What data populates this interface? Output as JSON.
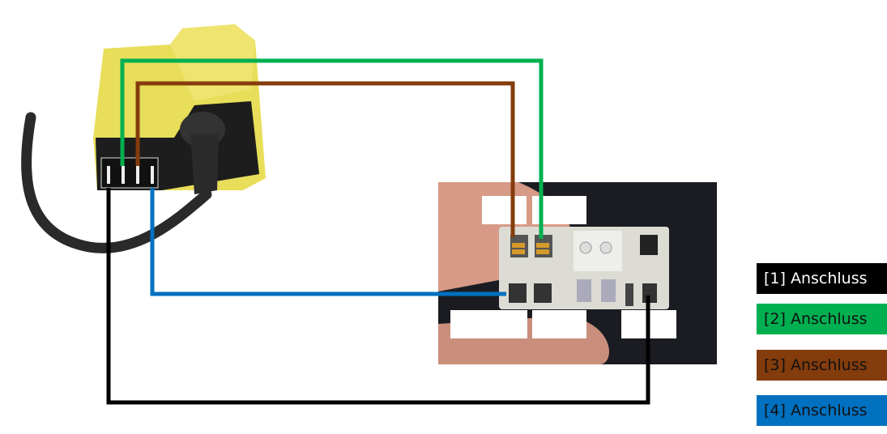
{
  "legend": [
    {
      "label": "[1] Anschluss",
      "color": "#000000",
      "text_color": "#ffffff"
    },
    {
      "label": "[2] Anschluss",
      "color": "#00b050",
      "text_color": "#111111"
    },
    {
      "label": "[3] Anschluss",
      "color": "#843c0c",
      "text_color": "#111111"
    },
    {
      "label": "[4] Anschluss",
      "color": "#0070c0",
      "text_color": "#111111"
    }
  ],
  "wire_colors": {
    "black": "#000000",
    "green": "#00b050",
    "brown": "#843c0c",
    "blue": "#0070c0"
  }
}
